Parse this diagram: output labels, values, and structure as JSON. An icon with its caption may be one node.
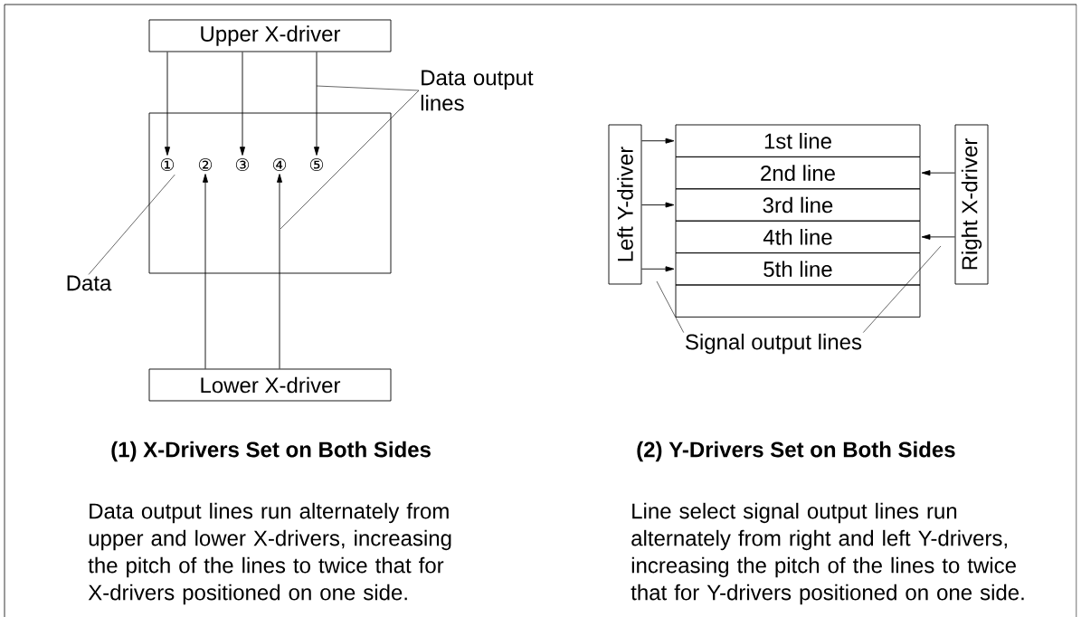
{
  "diagram": {
    "nodes": [
      {
        "text": [
          "Upper X-driver"
        ]
      },
      {
        "text": [],
        "shape": "box"
      },
      {
        "text": [
          "①"
        ],
        "in": 1
      },
      {
        "text": [
          "②"
        ],
        "in": 1
      },
      {
        "text": [
          "③"
        ],
        "in": 1
      },
      {
        "text": [
          "④"
        ],
        "in": 1
      },
      {
        "text": [
          "⑤"
        ],
        "in": 1
      },
      {
        "text": [
          "Lower X-driver"
        ]
      },
      {
        "text": [
          "Data output lines"
        ]
      },
      {
        "text": [
          "Data"
        ]
      },
      {
        "text": [
          "Left Y-driver"
        ]
      },
      {
        "text": [
          "1st line"
        ]
      },
      {
        "text": [
          "2nd line"
        ]
      },
      {
        "text": [
          "3rd line"
        ]
      },
      {
        "text": [
          "4th line"
        ]
      },
      {
        "text": [
          "5th line"
        ]
      },
      {
        "text": [],
        "shape": "box"
      },
      {
        "text": [
          "Right X-driver"
        ]
      },
      {
        "text": [
          "Signal output lines"
        ]
      }
    ],
    "edges": [
      {
        "from": 0,
        "to": 2,
        "arrow": "to"
      },
      {
        "from": 0,
        "to": 4,
        "arrow": "to"
      },
      {
        "from": 0,
        "to": 6,
        "arrow": "to"
      },
      {
        "from": 7,
        "to": 3,
        "arrow": "to"
      },
      {
        "from": 7,
        "to": 5,
        "arrow": "to"
      },
      {
        "from": 8,
        "to": null,
        "arrow": "none"
      },
      {
        "from": 8,
        "to": null,
        "arrow": "none"
      },
      {
        "from": 9,
        "to": 2,
        "arrow": "none"
      },
      {
        "from": 10,
        "to": 11,
        "arrow": "to"
      },
      {
        "from": 10,
        "to": 13,
        "arrow": "to"
      },
      {
        "from": 10,
        "to": 15,
        "arrow": "to"
      },
      {
        "from": 17,
        "to": 12,
        "arrow": "to"
      },
      {
        "from": 17,
        "to": 14,
        "arrow": "to"
      },
      {
        "from": 18,
        "to": null,
        "arrow": "none"
      },
      {
        "from": 18,
        "to": null,
        "arrow": "none"
      }
    ],
    "labels": [
      "(1)  X-Drivers Set on Both Sides",
      "(2)  Y-Drivers Set on Both Sides",
      "Data output lines run alternately from upper and lower X-drivers, increasing the pitch of the lines to twice that for X-drivers positioned on one side.",
      "Line select signal output lines run alternately from right and left Y-drivers, increasing the pitch of the lines to twice that for Y-drivers positioned on one side."
    ]
  }
}
